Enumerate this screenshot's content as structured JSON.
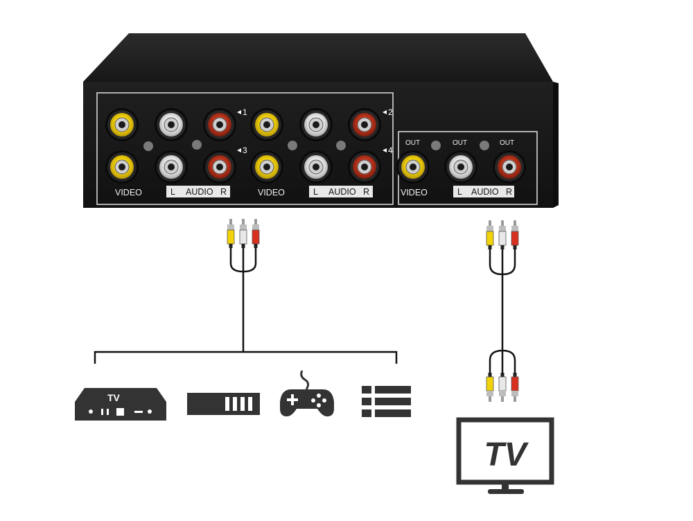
{
  "device": {
    "panel_labels": {
      "video": "VIDEO",
      "audio_l": "L",
      "audio_word": "AUDIO",
      "audio_r": "R",
      "out": "OUT"
    },
    "input_markers": [
      "1",
      "2",
      "3",
      "4"
    ]
  },
  "sources": {
    "tv_box_label": "TV"
  },
  "display": {
    "tv_label": "TV"
  },
  "colors": {
    "video_jack": "#f2d20a",
    "audio_left_jack": "#e8e8e8",
    "audio_right_jack": "#b8321a",
    "device_body": "#1c1c1c",
    "icons": "#333333"
  }
}
